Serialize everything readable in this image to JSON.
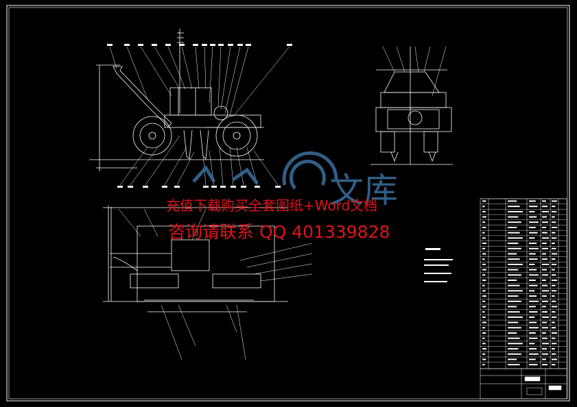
{
  "watermark": {
    "line1": "充值下载购买全套图纸+Word文档",
    "line2": "咨询请联系  QQ 401339828",
    "logo_text": "文库",
    "color": "#e0141a",
    "logo_color": "#3a6f9e"
  },
  "drawing": {
    "line_color": "#ffffff",
    "background": "#000000"
  }
}
